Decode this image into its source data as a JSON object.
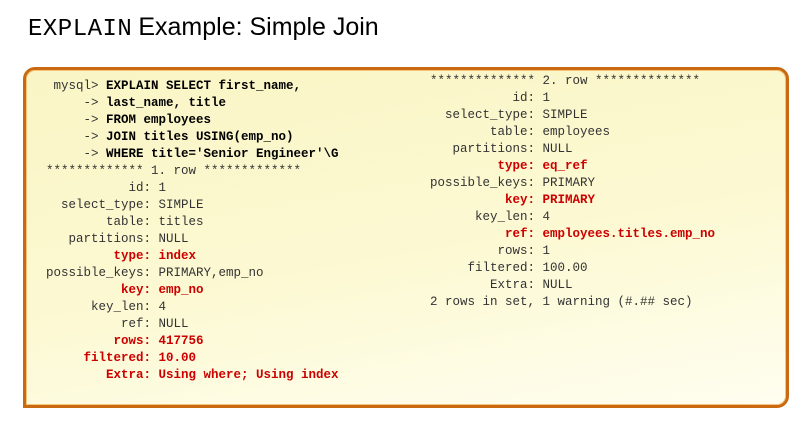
{
  "title": {
    "code_part": "EXPLAIN",
    "text_part": "Example: Simple Join"
  },
  "colors": {
    "box_border": "#c96a10",
    "box_fill_top": "#faf5c5",
    "box_fill_bottom": "#fffef0",
    "text_plain": "#333333",
    "text_bold": "#000000",
    "text_highlight": "#cc0000"
  },
  "terminal": {
    "left_lines": [
      [
        {
          "t": " mysql> ",
          "s": "p"
        },
        {
          "t": "EXPLAIN SELECT first_name,",
          "s": "b"
        }
      ],
      [
        {
          "t": "     -> ",
          "s": "p"
        },
        {
          "t": "last_name, title",
          "s": "b"
        }
      ],
      [
        {
          "t": "     -> ",
          "s": "p"
        },
        {
          "t": "FROM employees",
          "s": "b"
        }
      ],
      [
        {
          "t": "     -> ",
          "s": "p"
        },
        {
          "t": "JOIN titles USING(emp_no)",
          "s": "b"
        }
      ],
      [
        {
          "t": "     -> ",
          "s": "p"
        },
        {
          "t": "WHERE title='Senior Engineer'\\G",
          "s": "b"
        }
      ],
      [
        {
          "t": "************* 1. row *************",
          "s": "p"
        }
      ],
      [
        {
          "t": "           id: 1",
          "s": "p"
        }
      ],
      [
        {
          "t": "  select_type: SIMPLE",
          "s": "p"
        }
      ],
      [
        {
          "t": "        table: titles",
          "s": "p"
        }
      ],
      [
        {
          "t": "   partitions: NULL",
          "s": "p"
        }
      ],
      [
        {
          "t": "         type: index",
          "s": "r"
        }
      ],
      [
        {
          "t": "possible_keys: PRIMARY,emp_no",
          "s": "p"
        }
      ],
      [
        {
          "t": "          key: emp_no",
          "s": "r"
        }
      ],
      [
        {
          "t": "      key_len: 4",
          "s": "p"
        }
      ],
      [
        {
          "t": "          ref: NULL",
          "s": "p"
        }
      ],
      [
        {
          "t": "         rows: 417756",
          "s": "r"
        }
      ],
      [
        {
          "t": "     filtered: 10.00",
          "s": "r"
        }
      ],
      [
        {
          "t": "        Extra: Using where; Using index",
          "s": "r"
        }
      ]
    ],
    "right_lines": [
      [
        {
          "t": "************** 2. row **************",
          "s": "p"
        }
      ],
      [
        {
          "t": "           id: 1",
          "s": "p"
        }
      ],
      [
        {
          "t": "  select_type: SIMPLE",
          "s": "p"
        }
      ],
      [
        {
          "t": "        table: employees",
          "s": "p"
        }
      ],
      [
        {
          "t": "   partitions: NULL",
          "s": "p"
        }
      ],
      [
        {
          "t": "         type: eq_ref",
          "s": "r"
        }
      ],
      [
        {
          "t": "possible_keys: PRIMARY",
          "s": "p"
        }
      ],
      [
        {
          "t": "          key: PRIMARY",
          "s": "r"
        }
      ],
      [
        {
          "t": "      key_len: 4",
          "s": "p"
        }
      ],
      [
        {
          "t": "          ref: employees.titles.emp_no",
          "s": "r"
        }
      ],
      [
        {
          "t": "         rows: 1",
          "s": "p"
        }
      ],
      [
        {
          "t": "     filtered: 100.00",
          "s": "p"
        }
      ],
      [
        {
          "t": "        Extra: NULL",
          "s": "p"
        }
      ],
      [
        {
          "t": "2 rows in set, 1 warning (#.## sec)",
          "s": "p"
        }
      ]
    ]
  }
}
